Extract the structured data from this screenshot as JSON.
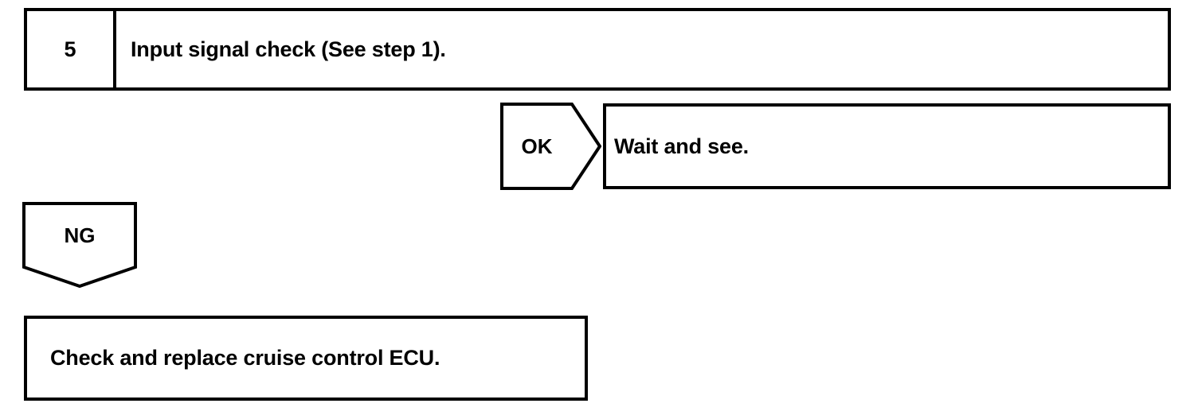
{
  "document": {
    "type": "troubleshooting-flowchart",
    "ink_color": "#000000",
    "background_color": "#ffffff"
  },
  "step": {
    "number": "5",
    "instruction": "Input signal check (See step 1)."
  },
  "branches": [
    {
      "label": "OK",
      "shape": "right-pointing-pentagon",
      "result": "Wait and see."
    },
    {
      "label": "NG",
      "shape": "down-pointing-pentagon",
      "result": "Check and replace cruise control ECU."
    }
  ],
  "ok_branch": {
    "label": "OK",
    "result_text": "Wait and see."
  },
  "ng_branch": {
    "label": "NG",
    "result_text": "Check and replace cruise control ECU."
  }
}
